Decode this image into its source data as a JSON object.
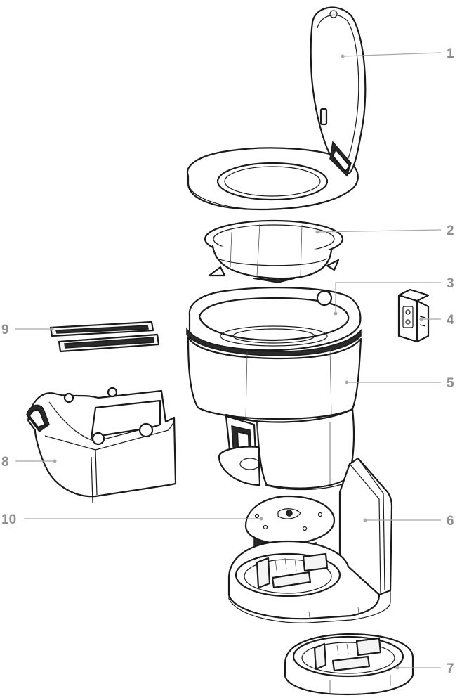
{
  "callouts": [
    {
      "id": "1",
      "label": "1"
    },
    {
      "id": "2",
      "label": "2"
    },
    {
      "id": "3",
      "label": "3"
    },
    {
      "id": "4",
      "label": "4"
    },
    {
      "id": "5",
      "label": "5"
    },
    {
      "id": "6",
      "label": "6"
    },
    {
      "id": "7",
      "label": "7"
    },
    {
      "id": "8",
      "label": "8"
    },
    {
      "id": "9",
      "label": "9"
    },
    {
      "id": "10",
      "label": "10"
    }
  ],
  "colors": {
    "line": "#1a1a1a",
    "leader": "#a8a8a8",
    "label": "#8e8e8e",
    "background": "#ffffff"
  }
}
